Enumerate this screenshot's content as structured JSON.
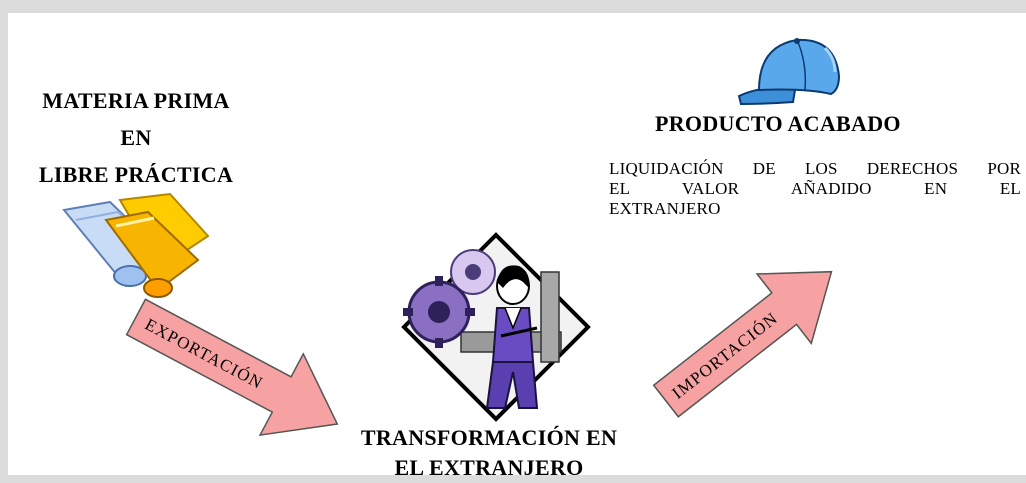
{
  "raw_material": {
    "line1": "MATERIA PRIMA",
    "line2": "EN",
    "line3": "LIBRE PRÁCTICA"
  },
  "finished_product": {
    "title": "PRODUCTO ACABADO",
    "description_line1": "LIQUIDACIÓN DE LOS DERECHOS POR",
    "description_line2": "EL VALOR AÑADIDO EN EL",
    "description_line3": "EXTRANJERO"
  },
  "transformation": {
    "line1": "TRANSFORMACIÓN EN",
    "line2": "EL EXTRANJERO"
  },
  "arrows": {
    "export": "EXPORTACIÓN",
    "import": "IMPORTACIÓN",
    "fill_color": "#f7a2a2",
    "stroke_color": "#555555"
  },
  "icons": [
    "fabric-rolls-icon",
    "worker-gears-icon",
    "baseball-cap-icon"
  ]
}
